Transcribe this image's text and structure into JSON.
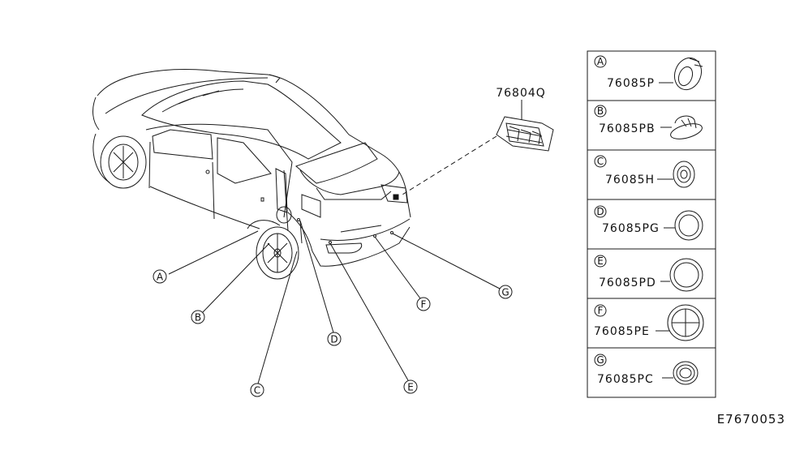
{
  "diagram": {
    "main_part": "76804Q",
    "reference_code": "E7670053",
    "callouts": [
      "A",
      "B",
      "C",
      "D",
      "E",
      "F",
      "G"
    ],
    "legend": [
      {
        "letter": "A",
        "part": "76085P"
      },
      {
        "letter": "B",
        "part": "76085PB"
      },
      {
        "letter": "C",
        "part": "76085H"
      },
      {
        "letter": "D",
        "part": "76085PG"
      },
      {
        "letter": "E",
        "part": "76085PD"
      },
      {
        "letter": "F",
        "part": "76085PE"
      },
      {
        "letter": "G",
        "part": "76085PC"
      }
    ]
  }
}
